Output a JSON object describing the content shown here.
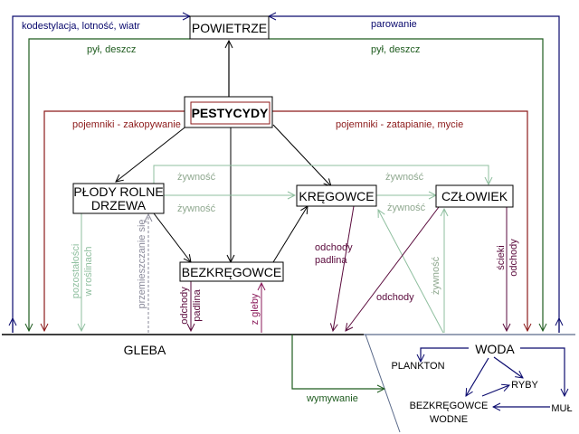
{
  "colors": {
    "black": "#000000",
    "navy": "#0a0a6e",
    "green": "#1f5c1f",
    "red": "#8c1a1a",
    "lightgreen": "#8fbf9f",
    "gray": "#8a8a9a",
    "purple": "#5a0a3c",
    "magenta": "#8a1a5a",
    "slate": "#5a6a8a"
  },
  "nodes": {
    "powietrze": "POWIETRZE",
    "pestycydy": "PESTYCYDY",
    "plody_line1": "PŁODY ROLNE",
    "plody_line2": "DRZEWA",
    "kregowce": "KRĘGOWCE",
    "czlowiek": "CZŁOWIEK",
    "bezkregowce": "BEZKRĘGOWCE",
    "gleba": "GLEBA",
    "woda": "WODA",
    "plankton": "PLANKTON",
    "ryby": "RYBY",
    "bezkregowce_wodne_line1": "BEZKRĘGOWCE",
    "bezkregowce_wodne_line2": "WODNE",
    "mul": "MUŁ"
  },
  "edge_labels": {
    "kodestylacja": "kodestylacja, lotność, wiatr",
    "parowanie": "parowanie",
    "pyl_deszcz_left": "pył, deszcz",
    "pyl_deszcz_right": "pył, deszcz",
    "pojemniki_zakopywanie": "pojemniki - zakopywanie",
    "pojemniki_zatapianie": "pojemniki - zatapianie, mycie",
    "zywnosc_top_left": "żywność",
    "zywnosc_top_right": "żywność",
    "zywnosc_mid_left": "żywność",
    "zywnosc_mid_right": "żywność",
    "zywnosc_vertical": "żywność",
    "pozostalosci_line1": "pozostałości",
    "pozostalosci_line2": "w roślinach",
    "przemieszczanie": "przemieszczanie się",
    "odchody_padlina_bez_line1": "odchody",
    "odchody_padlina_bez_line2": "padlina",
    "z_gleby": "z gleby",
    "odchody_padlina_kreg_line1": "odchody",
    "odchody_padlina_kreg_line2": "padlina",
    "odchody_czlowiek": "odchody",
    "scieki": "ścieki",
    "odchody_right": "odchody",
    "wymywanie": "wymywanie"
  }
}
